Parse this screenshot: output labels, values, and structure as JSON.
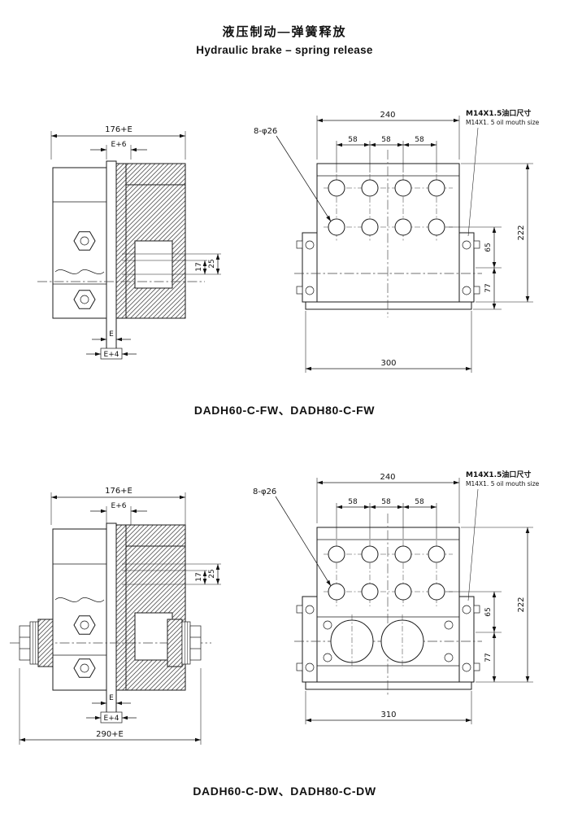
{
  "colors": {
    "ink": "#1a1a1a",
    "background": "#ffffff"
  },
  "page": {
    "title_zh": "液压制动—弹簧释放",
    "title_en": "Hydraulic brake – spring release"
  },
  "top": {
    "caption": "DADH60-C-FW、DADH80-C-FW",
    "side": {
      "dim_width": "176+E",
      "dim_e6": "E+6",
      "dim_17": "17",
      "dim_25": "25",
      "dim_e": "E",
      "dim_e4": "E+4"
    },
    "front": {
      "dim_240": "240",
      "dim_58_1": "58",
      "dim_58_2": "58",
      "dim_58_3": "58",
      "dim_65": "65",
      "dim_77": "77",
      "dim_222": "222",
      "dim_300": "300",
      "holes": "8-φ26",
      "oil_zh": "M14X1.5油口尺寸",
      "oil_en": "M14X1. 5 oil mouth size"
    }
  },
  "bottom": {
    "caption": "DADH60-C-DW、DADH80-C-DW",
    "side": {
      "dim_width": "176+E",
      "dim_e6": "E+6",
      "dim_17": "17",
      "dim_25": "25",
      "dim_e": "E",
      "dim_e4": "E+4",
      "dim_base": "290+E"
    },
    "front": {
      "dim_240": "240",
      "dim_58_1": "58",
      "dim_58_2": "58",
      "dim_58_3": "58",
      "dim_65": "65",
      "dim_77": "77",
      "dim_222": "222",
      "dim_310": "310",
      "holes": "8-φ26",
      "oil_zh": "M14X1.5油口尺寸",
      "oil_en": "M14X1. 5 oil mouth size"
    }
  }
}
